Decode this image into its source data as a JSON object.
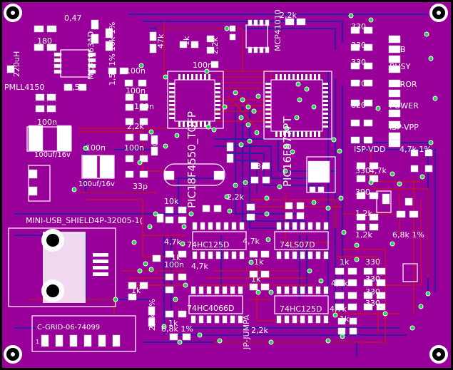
{
  "colors": {
    "board": "#990099",
    "pad": "#ffffff",
    "pad_border": "#d8c8e8",
    "trace_red": "#c8102e",
    "trace_blue": "#2a1da8",
    "via": "#1fd24a",
    "silk": "#ffffff",
    "mount": "#000000"
  },
  "labels": {
    "r047": "0,47",
    "r180": "180",
    "mc34063": "MC34063AD",
    "l220": "220uH",
    "r15k": "1,5k 1%",
    "r10k1": "10k 1%",
    "c1n5": "1,5n",
    "pmll": "PMLL4150",
    "r47k": "47k",
    "r1k_top": "1k",
    "r2k2_top": "2,2k",
    "mcp": "MCP41010",
    "r22k_top": "2,2k",
    "c100n_a": "100n",
    "c100n_b": "100n",
    "c100n_c": "100n",
    "c100n_d": "100n",
    "c100n_e": "100n",
    "c100n_f": "100n",
    "c100n_g": "100n",
    "pic18": "PIC18F4550_TQFP",
    "pic16": "PIC16F877PT",
    "r2k2_a": "2,2k",
    "r10k_mid": "10k",
    "c100uf_a": "100uf/16v",
    "c100uf_b": "100uf/16v",
    "c33p_a": "33p",
    "c33p_b": "33p",
    "r2k2_b": "2,2k",
    "r10k_b": "10k",
    "usb": "MINI-USB_SHIELD4P-32005-1(",
    "r4k7_a": "4,7k",
    "r4k7_b": "4,7k",
    "r4k7_c": "4,7k",
    "hc125_a": "74HC125D",
    "ls07": "74LS07D",
    "hc4066": "74HC4066D",
    "hc125_b": "74HC125D",
    "r1k_a": "1k",
    "r1k_b": "1k",
    "r1k_c": "1k",
    "r1k_d": "1k",
    "r1k_e": "1k",
    "r330_1": "330",
    "r330_2": "330",
    "r330_3": "330",
    "r330_4": "330",
    "r330_5": "330",
    "r330_6": "330",
    "r330_7": "330",
    "r330_8": "330",
    "r470": "470",
    "r820": "820",
    "r390": "390",
    "r1k2_a": "1,2k",
    "r1k2_b": "1,2k",
    "r4k7_1pc": "4,7k 1%",
    "r4k7_d": "4,7k",
    "r6k8": "6,8k 1%",
    "usb_led": "USB",
    "busy_led": "BUSY",
    "error_led": "ERROR",
    "power_led": "POWER",
    "ispvpp_led": "ISP-VPP",
    "ispvdd_led": "ISP-VDD",
    "r4k7_e": "4,7k",
    "r2k2_1pc": "2,2k 1%",
    "r6k8_b": "6,8k 1%",
    "r1k_f": "1k",
    "jumper": "JP-JUMPA",
    "cgrid": "C-GRID-06-74099",
    "pin1": "1",
    "r4k7_f": "4,7k",
    "r1k_g": "1k",
    "r2k2_c": "2,2k",
    "r100n_h": "100n"
  }
}
